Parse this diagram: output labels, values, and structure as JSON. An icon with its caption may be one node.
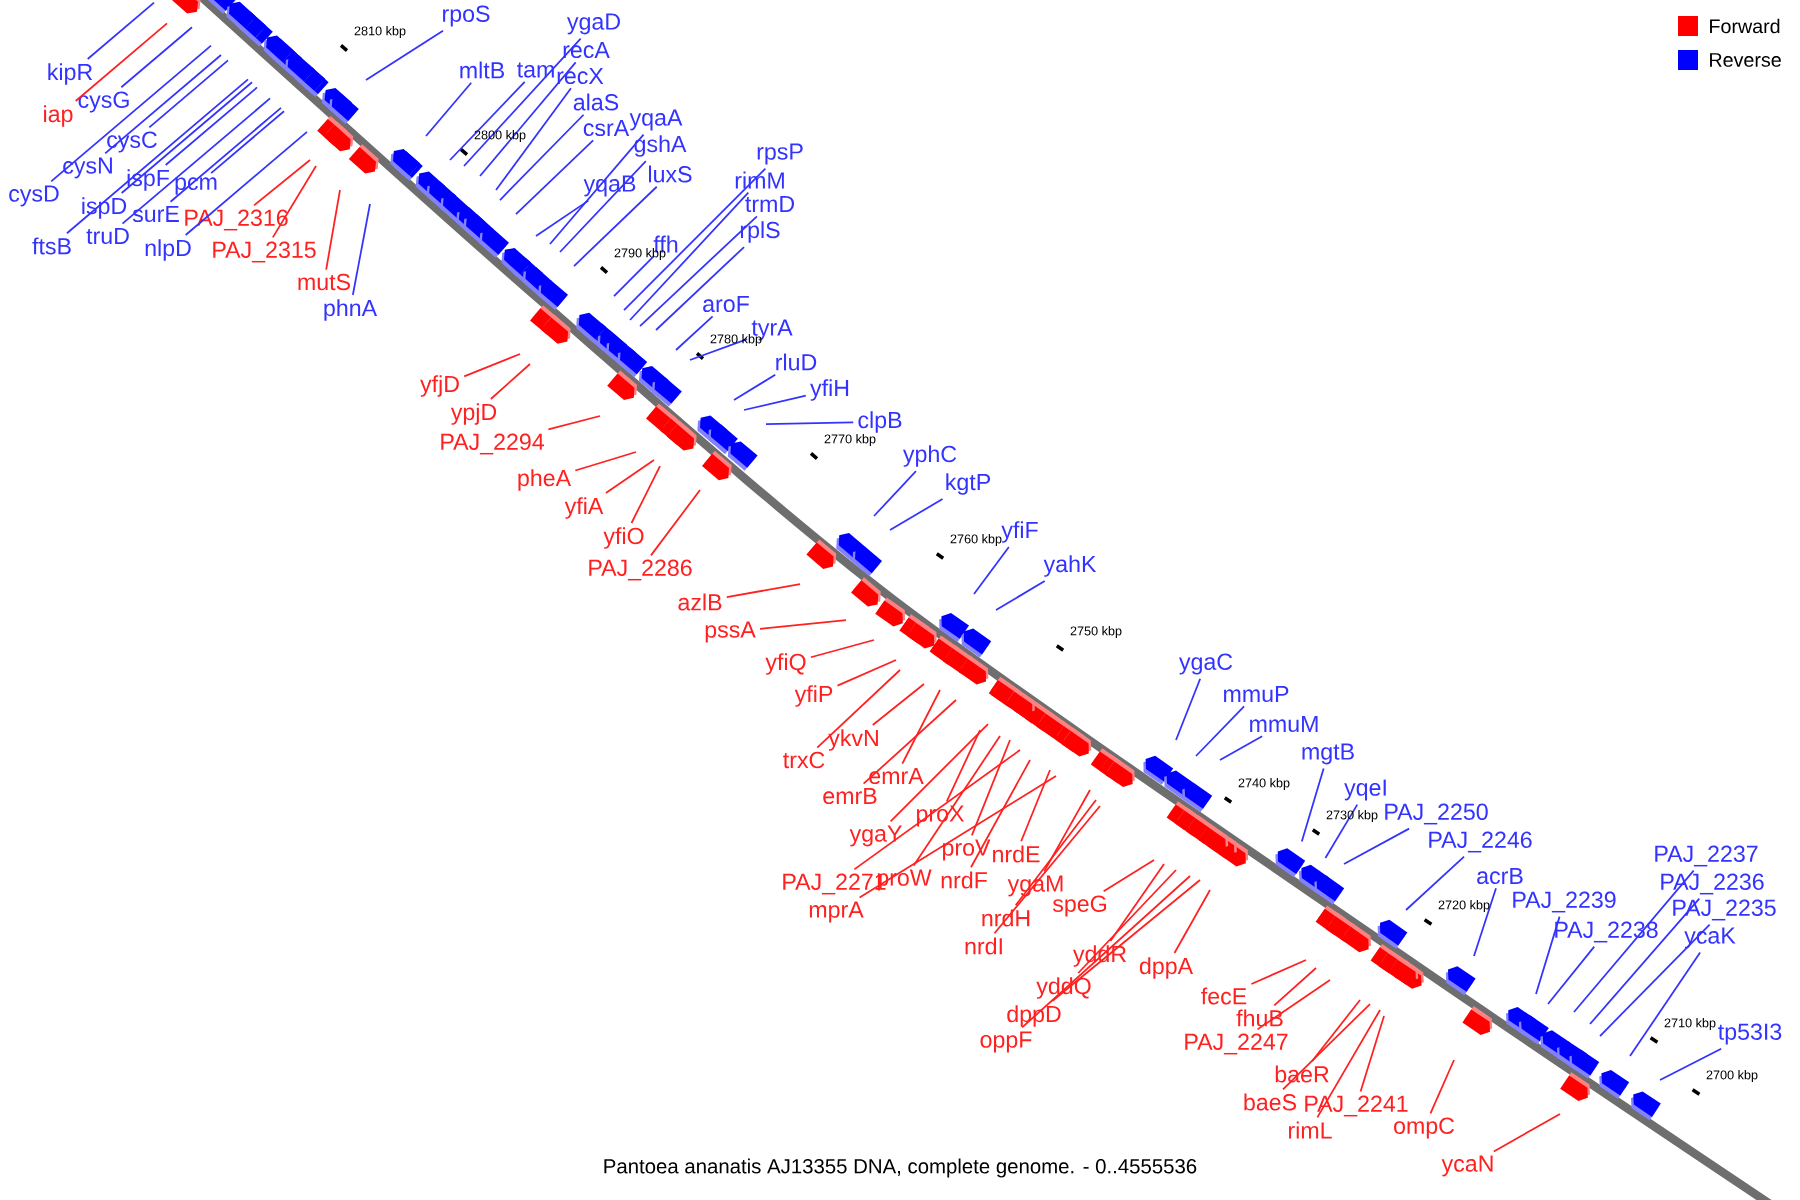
{
  "diagram": {
    "caption": "Pantoea ananatis AJ13355 DNA, complete genome. - 0..4555536",
    "nodes": [
      {
        "text": [
          "kipR"
        ]
      },
      {
        "text": [
          "iap"
        ]
      },
      {
        "text": [
          "cysG"
        ]
      },
      {
        "text": [
          "cysC"
        ]
      },
      {
        "text": [
          "cysN"
        ]
      },
      {
        "text": [
          "cysD"
        ]
      },
      {
        "text": [
          "ispF"
        ]
      },
      {
        "text": [
          "ispD"
        ]
      },
      {
        "text": [
          "pcm"
        ]
      },
      {
        "text": [
          "surE"
        ]
      },
      {
        "text": [
          "ftsB"
        ]
      },
      {
        "text": [
          "truD"
        ]
      },
      {
        "text": [
          "nlpD"
        ]
      },
      {
        "text": [
          "PAJ_2316"
        ]
      },
      {
        "text": [
          "PAJ_2315"
        ]
      },
      {
        "text": [
          "mutS"
        ]
      },
      {
        "text": [
          "phnA"
        ]
      },
      {
        "text": [
          "rpoS"
        ]
      },
      {
        "text": [
          "mltB"
        ]
      },
      {
        "text": [
          "tam"
        ]
      },
      {
        "text": [
          "ygaD"
        ]
      },
      {
        "text": [
          "recA"
        ]
      },
      {
        "text": [
          "recX"
        ]
      },
      {
        "text": [
          "alaS"
        ]
      },
      {
        "text": [
          "csrA"
        ]
      },
      {
        "text": [
          "yqaA"
        ]
      },
      {
        "text": [
          "gshA"
        ]
      },
      {
        "text": [
          "yqaB"
        ]
      },
      {
        "text": [
          "luxS"
        ]
      },
      {
        "text": [
          "rpsP"
        ]
      },
      {
        "text": [
          "rimM"
        ]
      },
      {
        "text": [
          "trmD"
        ]
      },
      {
        "text": [
          "rplS"
        ]
      },
      {
        "text": [
          "ffh"
        ]
      },
      {
        "text": [
          "aroF"
        ]
      },
      {
        "text": [
          "tyrA"
        ]
      },
      {
        "text": [
          "rluD"
        ]
      },
      {
        "text": [
          "yfiH"
        ]
      },
      {
        "text": [
          "clpB"
        ]
      },
      {
        "text": [
          "yfjD"
        ]
      },
      {
        "text": [
          "ypjD"
        ]
      },
      {
        "text": [
          "PAJ_2294"
        ]
      },
      {
        "text": [
          "pheA"
        ]
      },
      {
        "text": [
          "yfiA"
        ]
      },
      {
        "text": [
          "yfiO"
        ]
      },
      {
        "text": [
          "PAJ_2286"
        ]
      },
      {
        "text": [
          "yphC"
        ]
      },
      {
        "text": [
          "kgtP"
        ]
      },
      {
        "text": [
          "yfiF"
        ]
      },
      {
        "text": [
          "yahK"
        ]
      },
      {
        "text": [
          "azlB"
        ]
      },
      {
        "text": [
          "pssA"
        ]
      },
      {
        "text": [
          "yfiQ"
        ]
      },
      {
        "text": [
          "yfiP"
        ]
      },
      {
        "text": [
          "ykvN"
        ]
      },
      {
        "text": [
          "trxC"
        ]
      },
      {
        "text": [
          "emrA"
        ]
      },
      {
        "text": [
          "emrB"
        ]
      },
      {
        "text": [
          "proX"
        ]
      },
      {
        "text": [
          "ygaY"
        ]
      },
      {
        "text": [
          "proV"
        ]
      },
      {
        "text": [
          "PAJ_2271"
        ]
      },
      {
        "text": [
          "proW"
        ]
      },
      {
        "text": [
          "nrdF"
        ]
      },
      {
        "text": [
          "nrdE"
        ]
      },
      {
        "text": [
          "mprA"
        ]
      },
      {
        "text": [
          "ygaM"
        ]
      },
      {
        "text": [
          "nrdH"
        ]
      },
      {
        "text": [
          "nrdI"
        ]
      },
      {
        "text": [
          "ygaC"
        ]
      },
      {
        "text": [
          "mmuP"
        ]
      },
      {
        "text": [
          "mmuM"
        ]
      },
      {
        "text": [
          "speG"
        ]
      },
      {
        "text": [
          "yddR"
        ]
      },
      {
        "text": [
          "yddQ"
        ]
      },
      {
        "text": [
          "dppA"
        ]
      },
      {
        "text": [
          "dppD"
        ]
      },
      {
        "text": [
          "oppF"
        ]
      },
      {
        "text": [
          "mgtB"
        ]
      },
      {
        "text": [
          "yqeI"
        ]
      },
      {
        "text": [
          "PAJ_2250"
        ]
      },
      {
        "text": [
          "PAJ_2246"
        ]
      },
      {
        "text": [
          "acrB"
        ]
      },
      {
        "text": [
          "fecE"
        ]
      },
      {
        "text": [
          "fhuB"
        ]
      },
      {
        "text": [
          "PAJ_2247"
        ]
      },
      {
        "text": [
          "PAJ_2239"
        ]
      },
      {
        "text": [
          "PAJ_2238"
        ]
      },
      {
        "text": [
          "PAJ_2237"
        ]
      },
      {
        "text": [
          "PAJ_2236"
        ]
      },
      {
        "text": [
          "PAJ_2235"
        ]
      },
      {
        "text": [
          "ycaK"
        ]
      },
      {
        "text": [
          "baeR"
        ]
      },
      {
        "text": [
          "baeS"
        ]
      },
      {
        "text": [
          "PAJ_2241"
        ]
      },
      {
        "text": [
          "rimL"
        ]
      },
      {
        "text": [
          "ompC"
        ]
      },
      {
        "text": [
          "tp53I3"
        ]
      },
      {
        "text": [
          "ycaN"
        ]
      }
    ],
    "edges": [
      {
        "from": 0,
        "to": null,
        "arrow": "none",
        "color": "#3333ff"
      },
      {
        "from": 1,
        "to": null,
        "arrow": "none",
        "color": "#ff2020"
      },
      {
        "from": 2,
        "to": null,
        "arrow": "none",
        "color": "#3333ff"
      },
      {
        "from": 3,
        "to": null,
        "arrow": "none",
        "color": "#3333ff"
      },
      {
        "from": 4,
        "to": null,
        "arrow": "none",
        "color": "#3333ff"
      },
      {
        "from": 5,
        "to": null,
        "arrow": "none",
        "color": "#3333ff"
      },
      {
        "from": 6,
        "to": null,
        "arrow": "none",
        "color": "#3333ff"
      },
      {
        "from": 7,
        "to": null,
        "arrow": "none",
        "color": "#3333ff"
      },
      {
        "from": 8,
        "to": null,
        "arrow": "none",
        "color": "#3333ff"
      },
      {
        "from": 9,
        "to": null,
        "arrow": "none",
        "color": "#3333ff"
      },
      {
        "from": 10,
        "to": null,
        "arrow": "none",
        "color": "#3333ff"
      },
      {
        "from": 11,
        "to": null,
        "arrow": "none",
        "color": "#3333ff"
      },
      {
        "from": 12,
        "to": null,
        "arrow": "none",
        "color": "#3333ff"
      },
      {
        "from": 13,
        "to": null,
        "arrow": "none",
        "color": "#ff2020"
      },
      {
        "from": 14,
        "to": null,
        "arrow": "none",
        "color": "#ff2020"
      },
      {
        "from": 15,
        "to": null,
        "arrow": "none",
        "color": "#ff2020"
      },
      {
        "from": 16,
        "to": null,
        "arrow": "none",
        "color": "#3333ff"
      },
      {
        "from": 17,
        "to": null,
        "arrow": "none",
        "color": "#3333ff"
      },
      {
        "from": 18,
        "to": null,
        "arrow": "none",
        "color": "#3333ff"
      },
      {
        "from": 19,
        "to": null,
        "arrow": "none",
        "color": "#3333ff"
      },
      {
        "from": 20,
        "to": null,
        "arrow": "none",
        "color": "#3333ff"
      },
      {
        "from": 21,
        "to": null,
        "arrow": "none",
        "color": "#3333ff"
      },
      {
        "from": 22,
        "to": null,
        "arrow": "none",
        "color": "#3333ff"
      },
      {
        "from": 23,
        "to": null,
        "arrow": "none",
        "color": "#3333ff"
      },
      {
        "from": 24,
        "to": null,
        "arrow": "none",
        "color": "#3333ff"
      },
      {
        "from": 25,
        "to": null,
        "arrow": "none",
        "color": "#3333ff"
      },
      {
        "from": 26,
        "to": null,
        "arrow": "none",
        "color": "#3333ff"
      },
      {
        "from": 27,
        "to": null,
        "arrow": "none",
        "color": "#3333ff"
      },
      {
        "from": 28,
        "to": null,
        "arrow": "none",
        "color": "#3333ff"
      },
      {
        "from": 29,
        "to": null,
        "arrow": "none",
        "color": "#3333ff"
      },
      {
        "from": 30,
        "to": null,
        "arrow": "none",
        "color": "#3333ff"
      },
      {
        "from": 31,
        "to": null,
        "arrow": "none",
        "color": "#3333ff"
      },
      {
        "from": 32,
        "to": null,
        "arrow": "none",
        "color": "#3333ff"
      },
      {
        "from": 33,
        "to": null,
        "arrow": "none",
        "color": "#3333ff"
      },
      {
        "from": 34,
        "to": null,
        "arrow": "none",
        "color": "#3333ff"
      },
      {
        "from": 35,
        "to": null,
        "arrow": "none",
        "color": "#3333ff"
      },
      {
        "from": 36,
        "to": null,
        "arrow": "none",
        "color": "#3333ff"
      },
      {
        "from": 37,
        "to": null,
        "arrow": "none",
        "color": "#3333ff"
      },
      {
        "from": 38,
        "to": null,
        "arrow": "none",
        "color": "#3333ff"
      },
      {
        "from": 39,
        "to": null,
        "arrow": "none",
        "color": "#ff2020"
      },
      {
        "from": 40,
        "to": null,
        "arrow": "none",
        "color": "#ff2020"
      },
      {
        "from": 41,
        "to": null,
        "arrow": "none",
        "color": "#ff2020"
      },
      {
        "from": 42,
        "to": null,
        "arrow": "none",
        "color": "#ff2020"
      },
      {
        "from": 43,
        "to": null,
        "arrow": "none",
        "color": "#ff2020"
      },
      {
        "from": 44,
        "to": null,
        "arrow": "none",
        "color": "#ff2020"
      },
      {
        "from": 45,
        "to": null,
        "arrow": "none",
        "color": "#ff2020"
      },
      {
        "from": 46,
        "to": null,
        "arrow": "none",
        "color": "#3333ff"
      },
      {
        "from": 47,
        "to": null,
        "arrow": "none",
        "color": "#3333ff"
      },
      {
        "from": 48,
        "to": null,
        "arrow": "none",
        "color": "#3333ff"
      },
      {
        "from": 49,
        "to": null,
        "arrow": "none",
        "color": "#3333ff"
      },
      {
        "from": 50,
        "to": null,
        "arrow": "none",
        "color": "#ff2020"
      },
      {
        "from": 51,
        "to": null,
        "arrow": "none",
        "color": "#ff2020"
      },
      {
        "from": 52,
        "to": null,
        "arrow": "none",
        "color": "#ff2020"
      },
      {
        "from": 53,
        "to": null,
        "arrow": "none",
        "color": "#ff2020"
      },
      {
        "from": 54,
        "to": null,
        "arrow": "none",
        "color": "#ff2020"
      },
      {
        "from": 55,
        "to": null,
        "arrow": "none",
        "color": "#ff2020"
      },
      {
        "from": 56,
        "to": null,
        "arrow": "none",
        "color": "#ff2020"
      },
      {
        "from": 57,
        "to": null,
        "arrow": "none",
        "color": "#ff2020"
      },
      {
        "from": 58,
        "to": null,
        "arrow": "none",
        "color": "#ff2020"
      },
      {
        "from": 59,
        "to": null,
        "arrow": "none",
        "color": "#ff2020"
      },
      {
        "from": 60,
        "to": null,
        "arrow": "none",
        "color": "#ff2020"
      },
      {
        "from": 61,
        "to": null,
        "arrow": "none",
        "color": "#ff2020"
      },
      {
        "from": 62,
        "to": null,
        "arrow": "none",
        "color": "#ff2020"
      },
      {
        "from": 63,
        "to": null,
        "arrow": "none",
        "color": "#ff2020"
      },
      {
        "from": 64,
        "to": null,
        "arrow": "none",
        "color": "#ff2020"
      },
      {
        "from": 65,
        "to": null,
        "arrow": "none",
        "color": "#ff2020"
      },
      {
        "from": 66,
        "to": null,
        "arrow": "none",
        "color": "#ff2020"
      },
      {
        "from": 67,
        "to": null,
        "arrow": "none",
        "color": "#ff2020"
      },
      {
        "from": 68,
        "to": null,
        "arrow": "none",
        "color": "#ff2020"
      },
      {
        "from": 69,
        "to": null,
        "arrow": "none",
        "color": "#3333ff"
      },
      {
        "from": 70,
        "to": null,
        "arrow": "none",
        "color": "#3333ff"
      },
      {
        "from": 71,
        "to": null,
        "arrow": "none",
        "color": "#3333ff"
      },
      {
        "from": 72,
        "to": null,
        "arrow": "none",
        "color": "#ff2020"
      },
      {
        "from": 73,
        "to": null,
        "arrow": "none",
        "color": "#ff2020"
      },
      {
        "from": 74,
        "to": null,
        "arrow": "none",
        "color": "#ff2020"
      },
      {
        "from": 75,
        "to": null,
        "arrow": "none",
        "color": "#ff2020"
      },
      {
        "from": 76,
        "to": null,
        "arrow": "none",
        "color": "#ff2020"
      },
      {
        "from": 77,
        "to": null,
        "arrow": "none",
        "color": "#ff2020"
      },
      {
        "from": 78,
        "to": null,
        "arrow": "none",
        "color": "#3333ff"
      },
      {
        "from": 79,
        "to": null,
        "arrow": "none",
        "color": "#3333ff"
      },
      {
        "from": 80,
        "to": null,
        "arrow": "none",
        "color": "#3333ff"
      },
      {
        "from": 81,
        "to": null,
        "arrow": "none",
        "color": "#3333ff"
      },
      {
        "from": 82,
        "to": null,
        "arrow": "none",
        "color": "#3333ff"
      },
      {
        "from": 83,
        "to": null,
        "arrow": "none",
        "color": "#ff2020"
      },
      {
        "from": 84,
        "to": null,
        "arrow": "none",
        "color": "#ff2020"
      },
      {
        "from": 85,
        "to": null,
        "arrow": "none",
        "color": "#ff2020"
      },
      {
        "from": 86,
        "to": null,
        "arrow": "none",
        "color": "#3333ff"
      },
      {
        "from": 87,
        "to": null,
        "arrow": "none",
        "color": "#3333ff"
      },
      {
        "from": 88,
        "to": null,
        "arrow": "none",
        "color": "#3333ff"
      },
      {
        "from": 89,
        "to": null,
        "arrow": "none",
        "color": "#3333ff"
      },
      {
        "from": 90,
        "to": null,
        "arrow": "none",
        "color": "#3333ff"
      },
      {
        "from": 91,
        "to": null,
        "arrow": "none",
        "color": "#3333ff"
      },
      {
        "from": 92,
        "to": null,
        "arrow": "none",
        "color": "#ff2020"
      },
      {
        "from": 93,
        "to": null,
        "arrow": "none",
        "color": "#ff2020"
      },
      {
        "from": 94,
        "to": null,
        "arrow": "none",
        "color": "#ff2020"
      },
      {
        "from": 95,
        "to": null,
        "arrow": "none",
        "color": "#ff2020"
      },
      {
        "from": 96,
        "to": null,
        "arrow": "none",
        "color": "#ff2020"
      },
      {
        "from": 97,
        "to": null,
        "arrow": "none",
        "color": "#3333ff"
      },
      {
        "from": 98,
        "to": null,
        "arrow": "none",
        "color": "#ff2020"
      }
    ],
    "labels": [
      "2810 kbp",
      "2800 kbp",
      "2790 kbp",
      "2780 kbp",
      "2770 kbp",
      "2760 kbp",
      "2750 kbp",
      "2740 kbp",
      "2730 kbp",
      "2720 kbp",
      "2710 kbp",
      "2700 kbp"
    ],
    "legend": [
      {
        "text": "Forward",
        "color": "#ff0000"
      },
      {
        "text": "Reverse",
        "color": "#0000ff"
      }
    ]
  }
}
